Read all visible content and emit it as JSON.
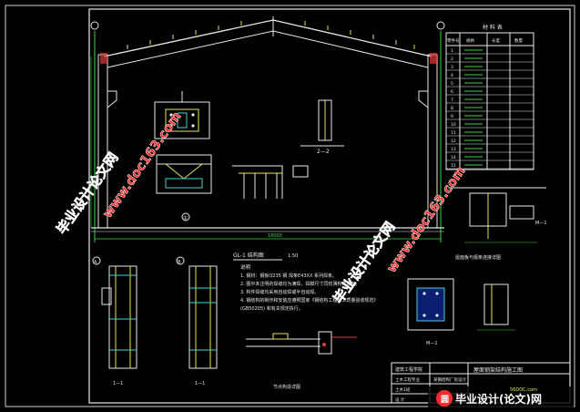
{
  "roof": {
    "span_dim": "18000"
  },
  "material_table": {
    "title": "材 料 表",
    "headers": [
      "零件号",
      "规格",
      "长度",
      "数量"
    ],
    "part_numbers": [
      "1",
      "2",
      "3",
      "4",
      "5",
      "6",
      "7",
      "8",
      "9",
      "10",
      "11",
      "12",
      "13",
      "14",
      "15"
    ]
  },
  "sections": {
    "ga1_title": "GL-1 结构图",
    "ga1_scale": "1:50",
    "section_a": "A",
    "section_b": "B",
    "cut_1_1_left": "1—1",
    "cut_1_1_right": "1—1",
    "cut_2_2": "2—2",
    "cut_m1": "M—1",
    "node_label": "①",
    "right_detail_title": "屋面板与檩条连接详图",
    "bottom_detail_title": "节点构造详图"
  },
  "notes": {
    "heading": "说明",
    "lines": [
      "1. 钢材：钢板Q235 钢 焊条E43XX 系列焊条。",
      "2. 图中未注明的焊缝均为满焊，焊脚尺寸同较薄构件厚度。",
      "3. 构件焊缝均采用自动焊或半自动焊。",
      "4. 钢结构的制作和安装应遵照国家《钢结构工程施工质量验收规范》",
      "(GB50205) 和有关规定执行。"
    ]
  },
  "title_block": {
    "school": "建筑工程学院",
    "project": "某钢结构厂房设计",
    "drawing_title": "屋面钢架结构施工图",
    "major": "土木工程专业",
    "class": "土木1班",
    "designer": "设 计"
  },
  "watermarks": [
    "毕业设计论文网",
    "www.doc163.com",
    "毕业设计论文网",
    "www.doc163.com"
  ],
  "footer_logo": {
    "site": "56DOC.com",
    "text": "毕业设计(论文)网"
  },
  "colors": {
    "background": "#000000",
    "line_white": "#e8e8e8",
    "line_green": "#3cd43c",
    "line_cyan": "#46d2d2",
    "line_yellow": "#e6e65a",
    "line_red": "#e03a3a",
    "line_magenta": "#d24bd2",
    "watermark": "#ff2a2a"
  }
}
